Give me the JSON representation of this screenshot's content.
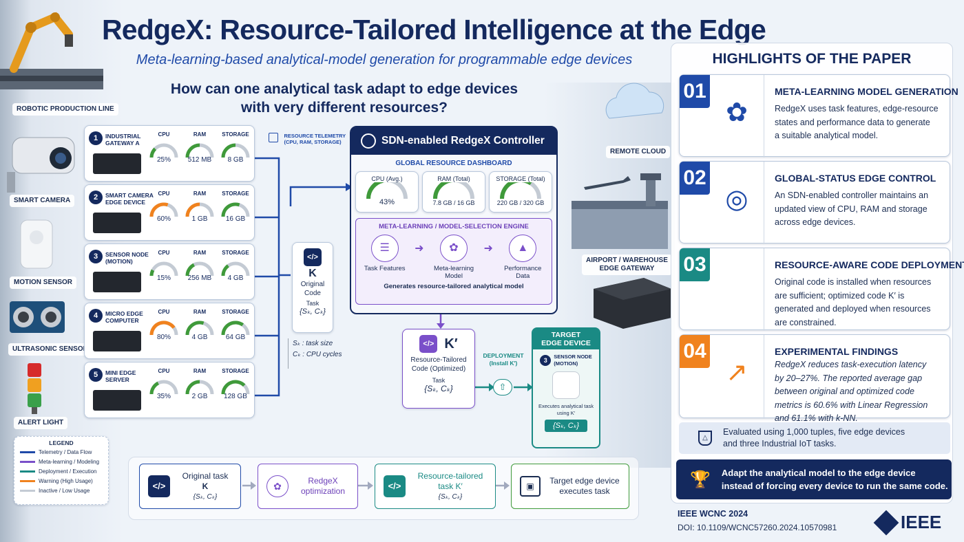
{
  "header": {
    "title": "RedgeX: Resource-Tailored Intelligence at the Edge",
    "subtitle": "Meta-learning-based analytical-model generation for programmable edge devices",
    "question_line1": "How can one analytical task adapt to edge devices",
    "question_line2": "with very different resources?"
  },
  "scene_labels": {
    "robotic_line": "ROBOTIC PRODUCTION LINE",
    "smart_camera": "SMART CAMERA",
    "motion_sensor": "MOTION SENSOR",
    "ultrasonic_sensor": "ULTRASONIC SENSOR",
    "alert_light": "ALERT LIGHT",
    "remote_cloud": "REMOTE CLOUD",
    "airport_line1": "AIRPORT / WAREHOUSE",
    "airport_line2": "EDGE GATEWAY"
  },
  "metric_labels": {
    "cpu": "CPU",
    "ram": "RAM",
    "storage": "STORAGE"
  },
  "devices": [
    {
      "num": "1",
      "name_line1": "INDUSTRIAL",
      "name_line2": "GATEWAY A",
      "cpu": "25%",
      "ram": "512 MB",
      "storage": "8 GB",
      "cpu_level": 0.25,
      "ram_level": 0.5,
      "storage_level": 0.5
    },
    {
      "num": "2",
      "name_line1": "SMART CAMERA",
      "name_line2": "EDGE DEVICE",
      "cpu": "60%",
      "ram": "1 GB",
      "storage": "16 GB",
      "cpu_level": 0.6,
      "ram_level": 0.5,
      "storage_level": 0.6
    },
    {
      "num": "3",
      "name_line1": "SENSOR NODE",
      "name_line2": "(MOTION)",
      "cpu": "15%",
      "ram": "256 MB",
      "storage": "4 GB",
      "cpu_level": 0.15,
      "ram_level": 0.35,
      "storage_level": 0.3
    },
    {
      "num": "4",
      "name_line1": "MICRO EDGE",
      "name_line2": "COMPUTER",
      "cpu": "80%",
      "ram": "4 GB",
      "storage": "64 GB",
      "cpu_level": 0.8,
      "ram_level": 0.6,
      "storage_level": 0.7
    },
    {
      "num": "5",
      "name_line1": "MINI EDGE",
      "name_line2": "SERVER",
      "cpu": "35%",
      "ram": "2 GB",
      "storage": "128 GB",
      "cpu_level": 0.35,
      "ram_level": 0.5,
      "storage_level": 0.75
    }
  ],
  "telemetry": {
    "line1": "RESOURCE TELEMETRY",
    "line2": "(CPU, RAM, STORAGE)"
  },
  "original_code": {
    "letter": "K",
    "label_line1": "Original",
    "label_line2": "Code",
    "task_label": "Task",
    "tuple": "{Sₖ, Cₖ}"
  },
  "notation": {
    "sk": "Sₖ : task size",
    "ck": "Cₖ : CPU cycles"
  },
  "controller": {
    "title": "SDN-enabled RedgeX Controller",
    "dashboard_title": "GLOBAL RESOURCE DASHBOARD",
    "cpu_label": "CPU (Avg.)",
    "cpu_value": "43%",
    "cpu_level": 0.43,
    "ram_label": "RAM (Total)",
    "ram_value": "7.8 GB / 16 GB",
    "ram_level": 0.49,
    "storage_label": "STORAGE (Total)",
    "storage_value": "220 GB / 320 GB",
    "storage_level": 0.69,
    "engine_title": "META-LEARNING / MODEL-SELECTION ENGINE",
    "input1": "Task Features",
    "input2_line1": "Meta-learning",
    "input2_line2": "Model",
    "input3_line1": "Performance",
    "input3_line2": "Data",
    "engine_caption": "Generates resource-tailored analytical model"
  },
  "tailored_code": {
    "letter": "K′",
    "label_line1": "Resource-Tailored",
    "label_line2": "Code (Optimized)",
    "task_label": "Task",
    "tuple": "{Sₖ, Cₖ}"
  },
  "deployment": {
    "line1": "DEPLOYMENT",
    "line2": "(Install K′)"
  },
  "target": {
    "title_line1": "TARGET",
    "title_line2": "EDGE DEVICE",
    "num": "3",
    "name_line1": "SENSOR NODE",
    "name_line2": "(MOTION)",
    "caption_line1": "Executes analytical task",
    "caption_line2": "using K′",
    "tuple": "{Sₖ, Cₖ}"
  },
  "legend": {
    "title": "LEGEND",
    "items": [
      {
        "label": "Telemetry / Data Flow",
        "color": "#1f4aa8"
      },
      {
        "label": "Meta-learning / Modeling",
        "color": "#7a4fc9"
      },
      {
        "label": "Deployment / Execution",
        "color": "#1a8a84"
      },
      {
        "label": "Warning (High Usage)",
        "color": "#f0821e"
      },
      {
        "label": "Inactive / Low Usage",
        "color": "#c4cbd4"
      }
    ]
  },
  "flow": {
    "step1_line1": "Original task",
    "step1_line2": "K",
    "step1_tuple": "{Sₖ, Cₖ}",
    "step2_line1": "RedgeX",
    "step2_line2": "optimization",
    "step3_line1": "Resource-tailored",
    "step3_line2": "task K′",
    "step3_tuple": "{Sₖ, Cₖ}",
    "step4_line1": "Target edge device",
    "step4_line2": "executes task"
  },
  "highlights": {
    "heading": "HIGHLIGHTS OF THE PAPER",
    "items": [
      {
        "num": "01",
        "title": "META-LEARNING MODEL GENERATION",
        "lines": [
          "RedgeX uses task features, edge-resource",
          "states and performance data to generate",
          "a suitable analytical model."
        ],
        "color": "#1f4aa8"
      },
      {
        "num": "02",
        "title": "GLOBAL-STATUS EDGE CONTROL",
        "lines": [
          "An SDN-enabled controller maintains an",
          "updated view of CPU, RAM and storage",
          "across edge devices."
        ],
        "color": "#1f4aa8"
      },
      {
        "num": "03",
        "title": "RESOURCE-AWARE CODE DEPLOYMENT",
        "lines": [
          "Original code is installed when resources",
          "are sufficient; optimized code K′ is",
          "generated and deployed when resources",
          "are constrained."
        ],
        "color": "#1a8a84"
      },
      {
        "num": "04",
        "title": "EXPERIMENTAL FINDINGS",
        "lines": [
          "RedgeX reduces task-execution latency",
          "by 20–27%. The reported average gap",
          "between original and optimized code",
          "metrics is 60.6% with Linear Regression",
          "and 61.1% with k-NN."
        ],
        "color": "#f0821e"
      }
    ],
    "evaluation_line1": "Evaluated using 1,000 tuples, five edge devices",
    "evaluation_line2": "and three Industrial IoT tasks.",
    "banner_line1": "Adapt the analytical model to the edge device",
    "banner_line2": "instead of forcing every device to run the same code."
  },
  "footer": {
    "venue": "IEEE WCNC 2024",
    "doi": "DOI: 10.1109/WCNC57260.2024.10570981",
    "logo": "IEEE"
  },
  "colors": {
    "navy": "#14295e",
    "blue": "#1f4aa8",
    "purple": "#7a4fc9",
    "teal": "#1a8a84",
    "orange": "#f0821e",
    "green": "#3f9a3a",
    "gray": "#c4cbd4"
  }
}
